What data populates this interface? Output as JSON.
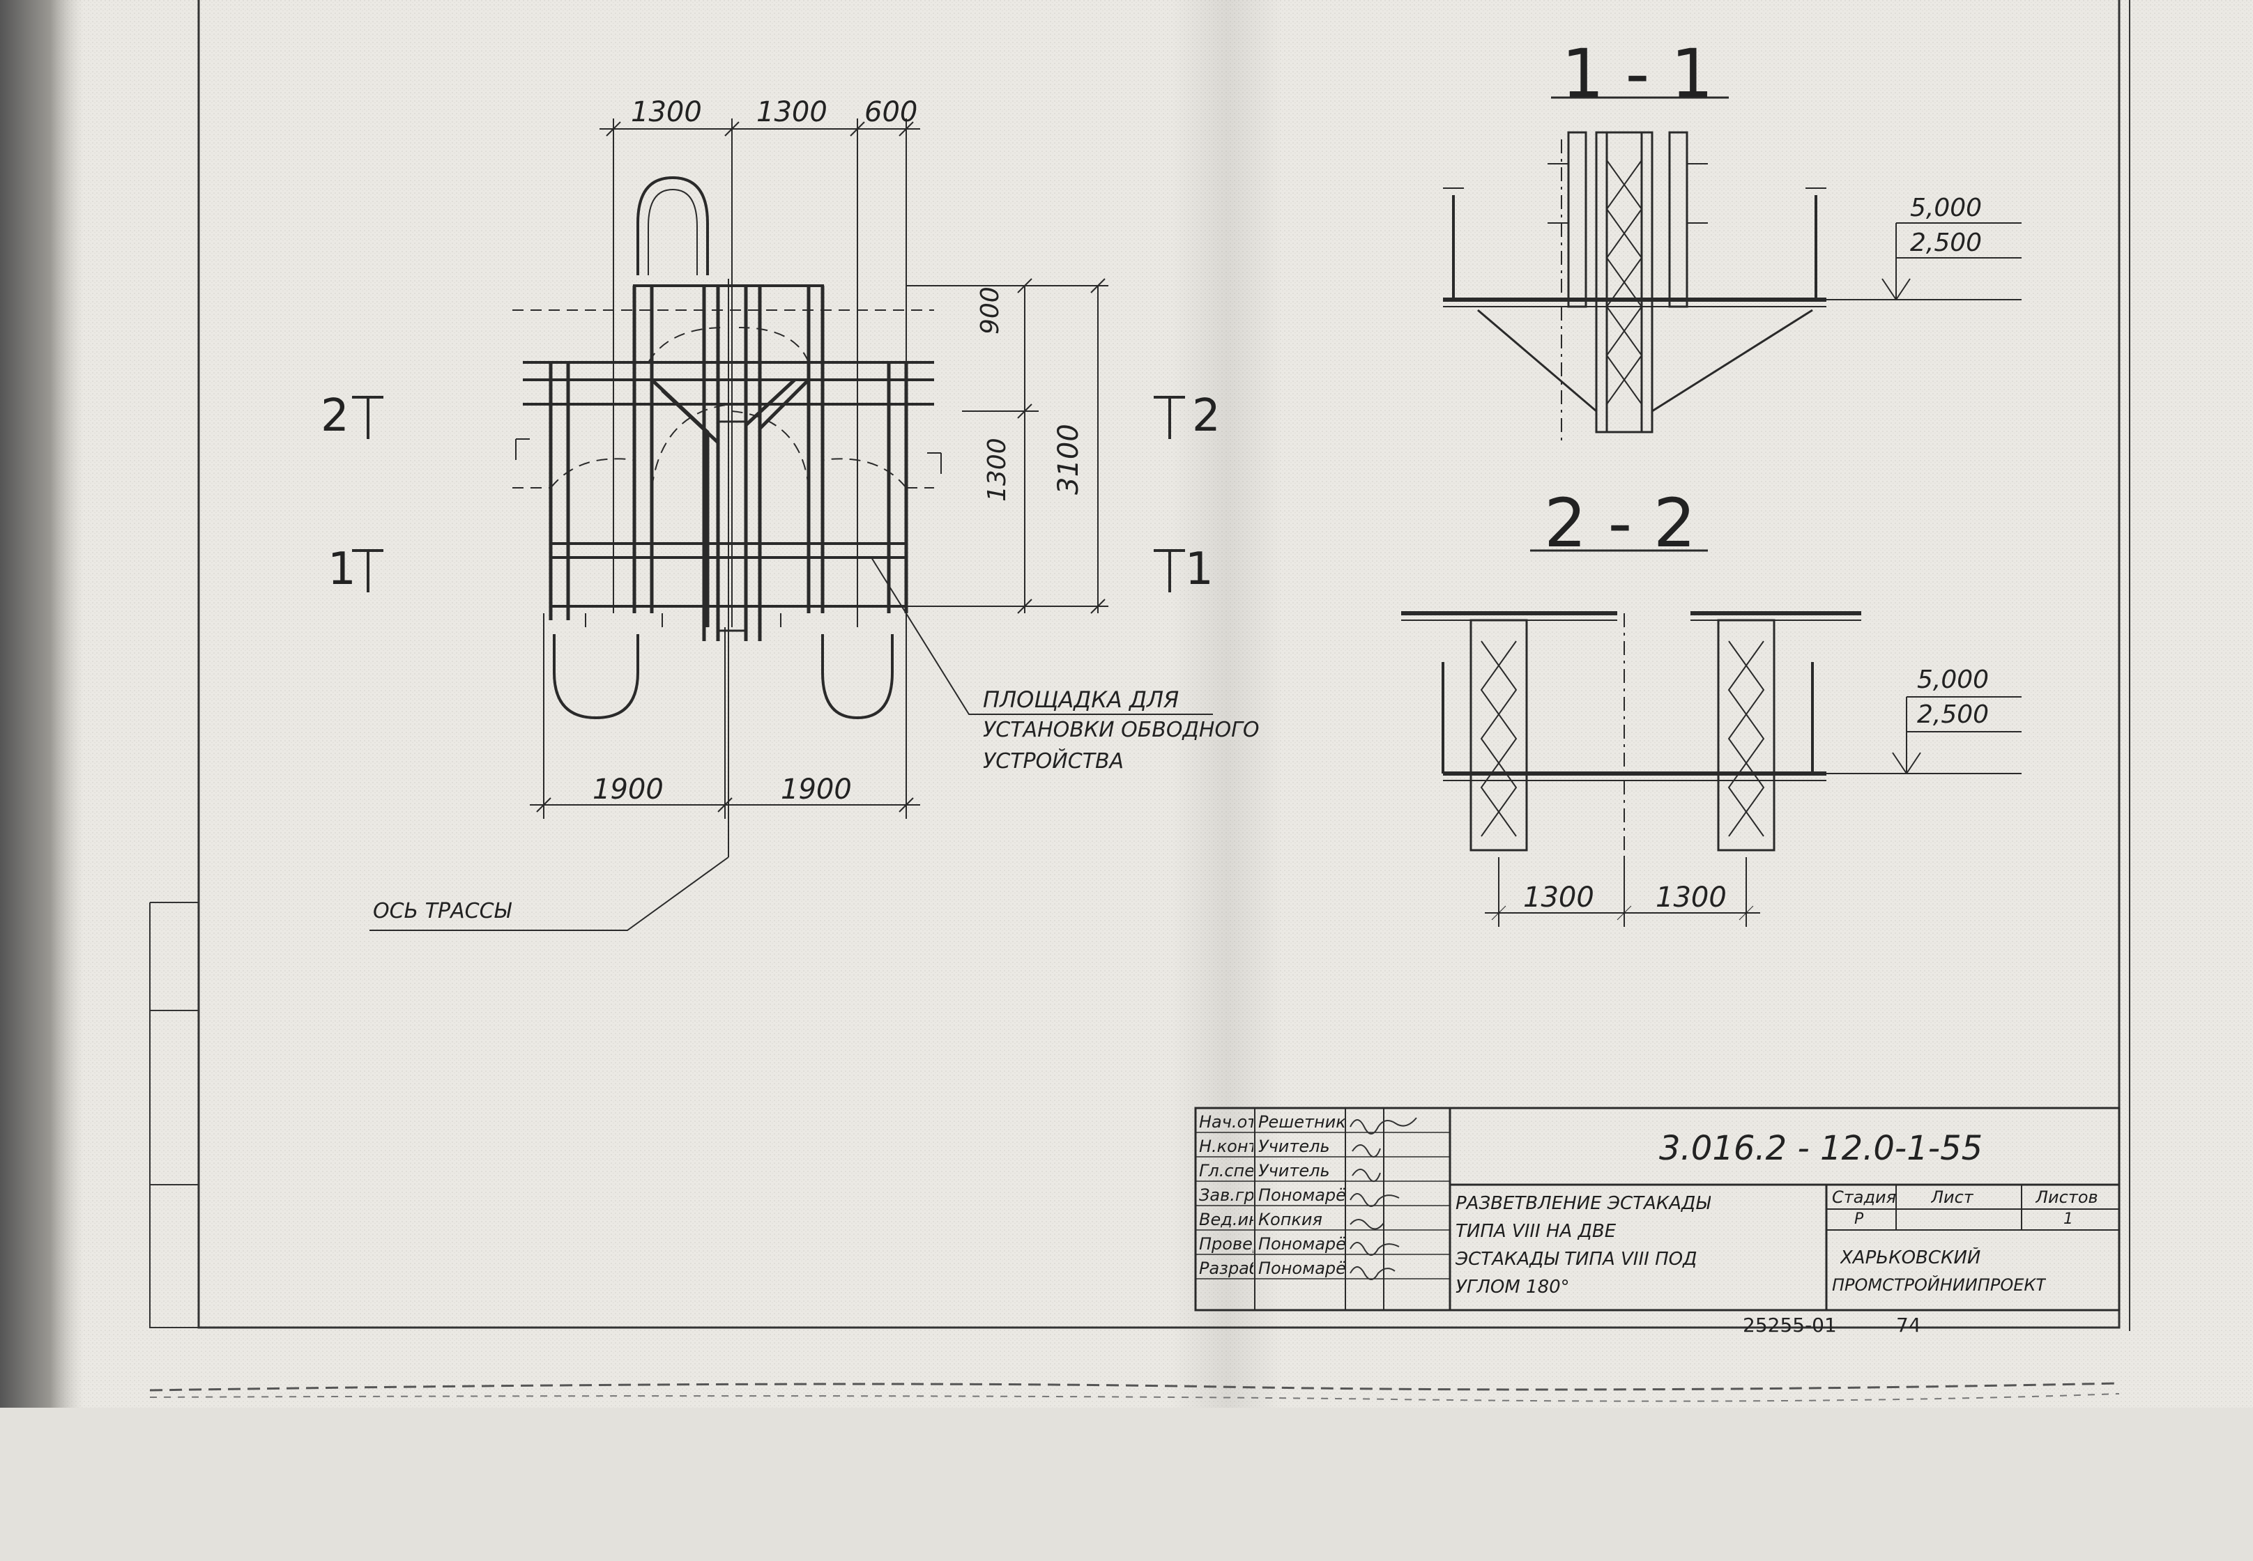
{
  "plan": {
    "dims_top": [
      "1300",
      "1300",
      "600"
    ],
    "dims_bottom": [
      "1900",
      "1900"
    ],
    "dims_right": [
      "900",
      "1300",
      "3100"
    ],
    "section_marks": {
      "left_upper": "2",
      "left_lower": "1",
      "right_upper": "2",
      "right_lower": "1"
    },
    "platform_note": [
      "ПЛОЩАДКА ДЛЯ",
      "УСТАНОВКИ ОБВОДНОГО",
      "УСТРОЙСТВА"
    ],
    "axis_note": "ОСЬ ТРАССЫ"
  },
  "section_1_1": {
    "title": "1 - 1",
    "elevations": [
      "5,000",
      "2,500"
    ]
  },
  "section_2_2": {
    "title": "2 - 2",
    "elevations": [
      "5,000",
      "2,500"
    ],
    "dims": [
      "1300",
      "1300"
    ]
  },
  "title_block": {
    "roles": [
      "Нач.отд.",
      "Н.контр.",
      "Гл.спец.",
      "Зав.гр.",
      "Вед.инж.",
      "Провер.",
      "Разраб."
    ],
    "names": [
      "Решетников",
      "Учитель",
      "Учитель",
      "Пономарёв",
      "Копкия",
      "Пономарёв",
      "Пономарёв"
    ],
    "code": "3.016.2 - 12.0-1-55",
    "description": [
      "РАЗВЕТВЛЕНИЕ ЭСТАКАДЫ",
      "ТИПА VIII НА ДВЕ",
      "ЭСТАКАДЫ ТИПА VIII ПОД",
      "УГЛОМ 180°"
    ],
    "stage_header": "Стадия",
    "sheet_header": "Лист",
    "sheets_header": "Листов",
    "stage_value": "Р",
    "sheets_value": "1",
    "organization": [
      "ХАРЬКОВСКИЙ",
      "ПРОМСТРОЙНИИПРОЕКТ"
    ]
  },
  "footer": {
    "archive_no": "25255-01",
    "page": "74"
  }
}
